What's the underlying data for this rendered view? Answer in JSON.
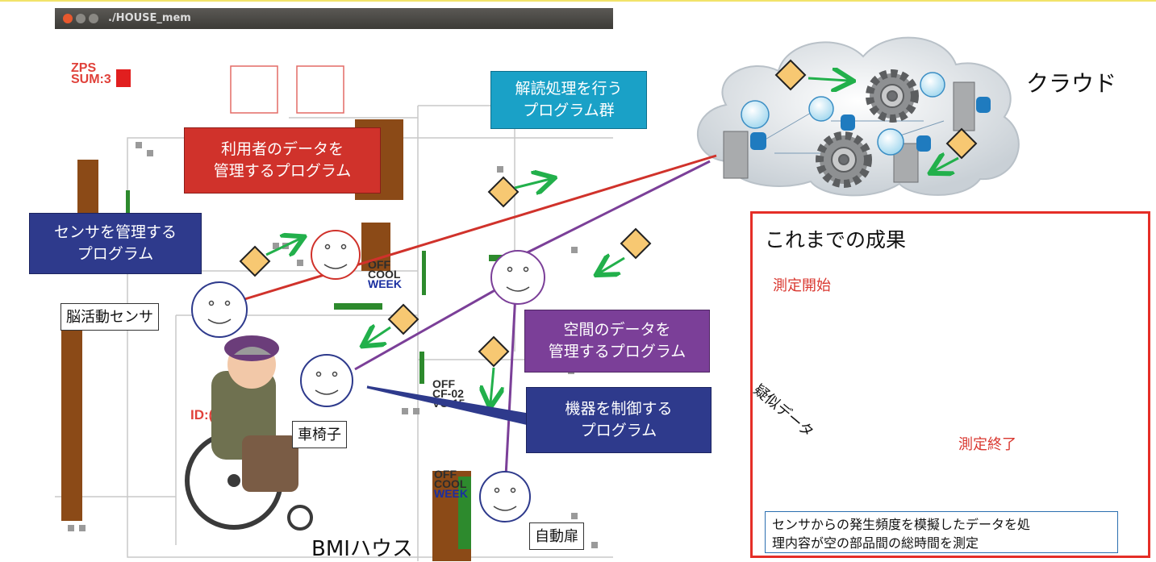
{
  "window": {
    "title": "./HOUSE_mem"
  },
  "floor_map": {
    "zps": "ZPS",
    "sum": "SUM:3",
    "status_1": [
      "OFF",
      "COOL",
      "WEEK"
    ],
    "status_2": [
      "OFF",
      "CF-02",
      "VO-15"
    ],
    "status_3": [
      "OFF",
      "COOL",
      "WEEK"
    ],
    "id_label": "ID:("
  },
  "callouts": {
    "user_data": [
      "利用者のデータを",
      "管理するプログラム"
    ],
    "sensor_mgr": [
      "センサを管理する",
      "プログラム"
    ],
    "space_data": [
      "空間のデータを",
      "管理するプログラム"
    ],
    "device_ctrl": [
      "機器を制御する",
      "プログラム"
    ],
    "decode": [
      "解読処理を行う",
      "プログラム群"
    ]
  },
  "labels": {
    "brain_sensor": "脳活動センサ",
    "wheelchair": "車椅子",
    "auto_door": "自動扉",
    "house": "BMIハウス",
    "cloud": "クラウド"
  },
  "results": {
    "title": "これまでの成果",
    "start": "測定開始",
    "end": "測定終了",
    "pseudo": "疑似データ",
    "note": [
      "センサからの発生頻度を模擬したデータを処",
      "理内容が空の部品間の総時間を測定"
    ]
  },
  "colors": {
    "red": "#d0322b",
    "blue": "#2e3a8c",
    "purple": "#7b3f98",
    "teal": "#1aa1c7",
    "green_arrow": "#22b04b",
    "token": "#f7c872"
  }
}
